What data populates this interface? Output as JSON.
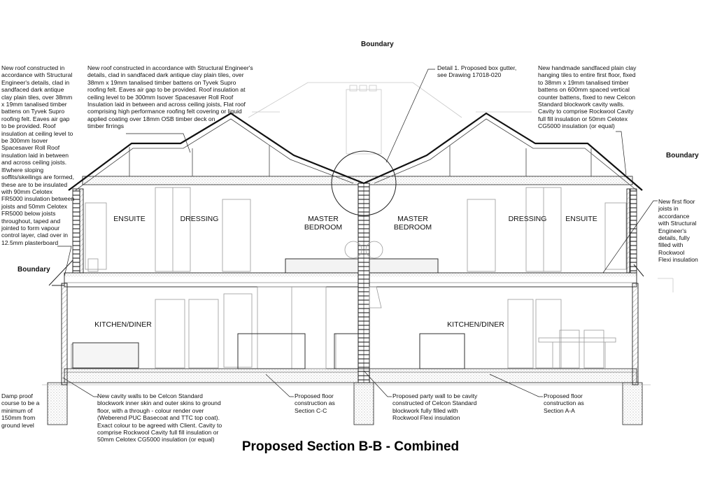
{
  "title": "Proposed Section B-B - Combined",
  "boundary_labels": {
    "top": "Boundary",
    "right": "Boundary",
    "left": "Boundary"
  },
  "room_labels": {
    "ensuite_left": "ENSUITE",
    "dressing_left": "DRESSING",
    "master_left": "MASTER\nBEDROOM",
    "master_right": "MASTER\nBEDROOM",
    "dressing_right": "DRESSING",
    "ensuite_right": "ENSUITE",
    "kitchen_left": "KITCHEN/DINER",
    "kitchen_right": "KITCHEN/DINER"
  },
  "notes": {
    "roof_left": "New roof constructed in\naccordance with Structural\nEngineer's details, clad in\nsandfaced dark antique\nclay plain tiles, over 38mm\nx 19mm tanalised timber\nbattens on Tyvek Supro\nroofing felt. Eaves air gap\nto be provided.  Roof\ninsulation at ceiling level to\nbe 300mm Isover\nSpacesaver Roll Roof\ninsulation laid in between\nand across ceiling joists.\nIf/where sloping\nsoffits/skeilings are formed,\nthese are to be insulated\nwith 90mm Celotex\nFR5000 insulation between\njoists and 50mm Celotex\nFR5000 below joists\nthroughout, taped and\njointed to form vapour\ncontrol layer, clad over in\n12.5mm plasterboard",
    "roof_centre": "New roof constructed in accordance with Structural Engineer's\ndetails, clad in sandfaced dark antique clay plain tiles, over\n38mm x 19mm tanalised timber battens on Tyvek Supro\nroofing felt. Eaves air gap to be provided.  Roof insulation at\nceiling level to be 300mm Isover Spacesaver Roll Roof\nInsulation laid in between and across ceiling joists, Flat roof\ncomprising high performance roofing felt covering or liquid\napplied coating over 18mm OSB timber deck on\ntimber firrings",
    "detail1": "Detail 1. Proposed box gutter,\nsee Drawing 17018-020",
    "hanging_tiles": "New handmade sandfaced plain clay\nhanging tiles to entire first floor, fixed\nto 38mm x 19mm tanalised timber\nbattens on 600mm spaced vertical\ncounter battens, fixed to new Celcon\nStandard blockwork cavity walls.\nCavity to comprise Rockwool Cavity\nfull fill insulation or 50mm Celotex\nCG5000 insulation (or equal)",
    "floor_joists": "New first floor\njoists in\naccordance\nwith Structural\nEngineer's\ndetails, fully\nfilled with\nRockwool\nFlexi insulation",
    "dpc": "Damp proof\ncourse to be a\nminimum of\n150mm from\nground level",
    "cavity_walls": "New cavity walls to be Celcon Standard\nblockwork inner skin and outer skins to ground\nfloor, with a through - colour render over\n(Weberend PUC Basecoat and TTC top coat).\nExact colour to be agreed with Client. Cavity to\ncomprise Rockwool Cavity full fill insulation or\n50mm Celotex CG5000 insulation (or equal)",
    "floor_cc": "Proposed floor\nconstruction as\nSection C-C",
    "party_wall": "Proposed party wall to be cavity\nconstructed of Celcon Standard\nblockwork fully filled with\nRockwool Flexi insulation",
    "floor_aa": "Proposed floor\nconstruction as\nSection A-A"
  }
}
